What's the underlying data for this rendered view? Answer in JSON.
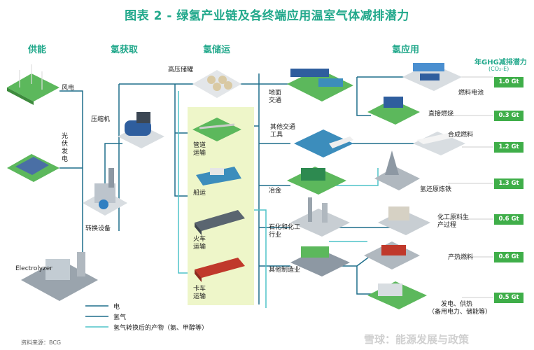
{
  "title": "图表 2 - 绿氢产业链及各终端应用温室气体减排潜力",
  "columns": {
    "supply": "供能",
    "acquire": "氢获取",
    "storage": "氢储运",
    "application": "氢应用"
  },
  "potential_header": "年GHG减排潜力",
  "potential_unit": "(CO₂-E)",
  "supply": {
    "wind": "风电",
    "solar": "光伏发电",
    "electrolyzer": "Electrolyzer"
  },
  "acquire": {
    "compressor": "压缩机",
    "converter": "转换设备"
  },
  "storage": {
    "tank": "高压储罐",
    "pipeline": "管道运输",
    "ship": "船运",
    "train": "火车运输",
    "truck": "卡车运输"
  },
  "sectors": {
    "ground": "地面交通",
    "other_transport": "其他交通工具",
    "metallurgy": "冶金",
    "petrochem": "石化和化工行业",
    "other_mfg": "其他制造业"
  },
  "uses": {
    "fuel_cell": "燃料电池",
    "direct_burn": "直接燃烧",
    "synfuel": "合成燃料",
    "dri": "氢还原炼铁",
    "chem_feed": "化工原料生产过程",
    "heat_fuel": "产热燃料",
    "power_heat_1": "发电、供热",
    "power_heat_2": "（备用电力、储能等）"
  },
  "badges": [
    "1.0 Gt",
    "0.3 Gt",
    "1.2 Gt",
    "1.3 Gt",
    "0.6 Gt",
    "0.6 Gt",
    "0.5 Gt"
  ],
  "legend": {
    "electricity": "电",
    "hydrogen": "氢气",
    "derivative": "氢气转换后的产物（氨、甲醇等）"
  },
  "source": "资料来源：BCG",
  "watermark": "雪球：能源发展与政策",
  "colors": {
    "accent": "#21a88b",
    "line_dark": "#1f6f8b",
    "line_light": "#4fc3c8",
    "badge": "#3fae49",
    "storage_box": "#eef6c9"
  }
}
